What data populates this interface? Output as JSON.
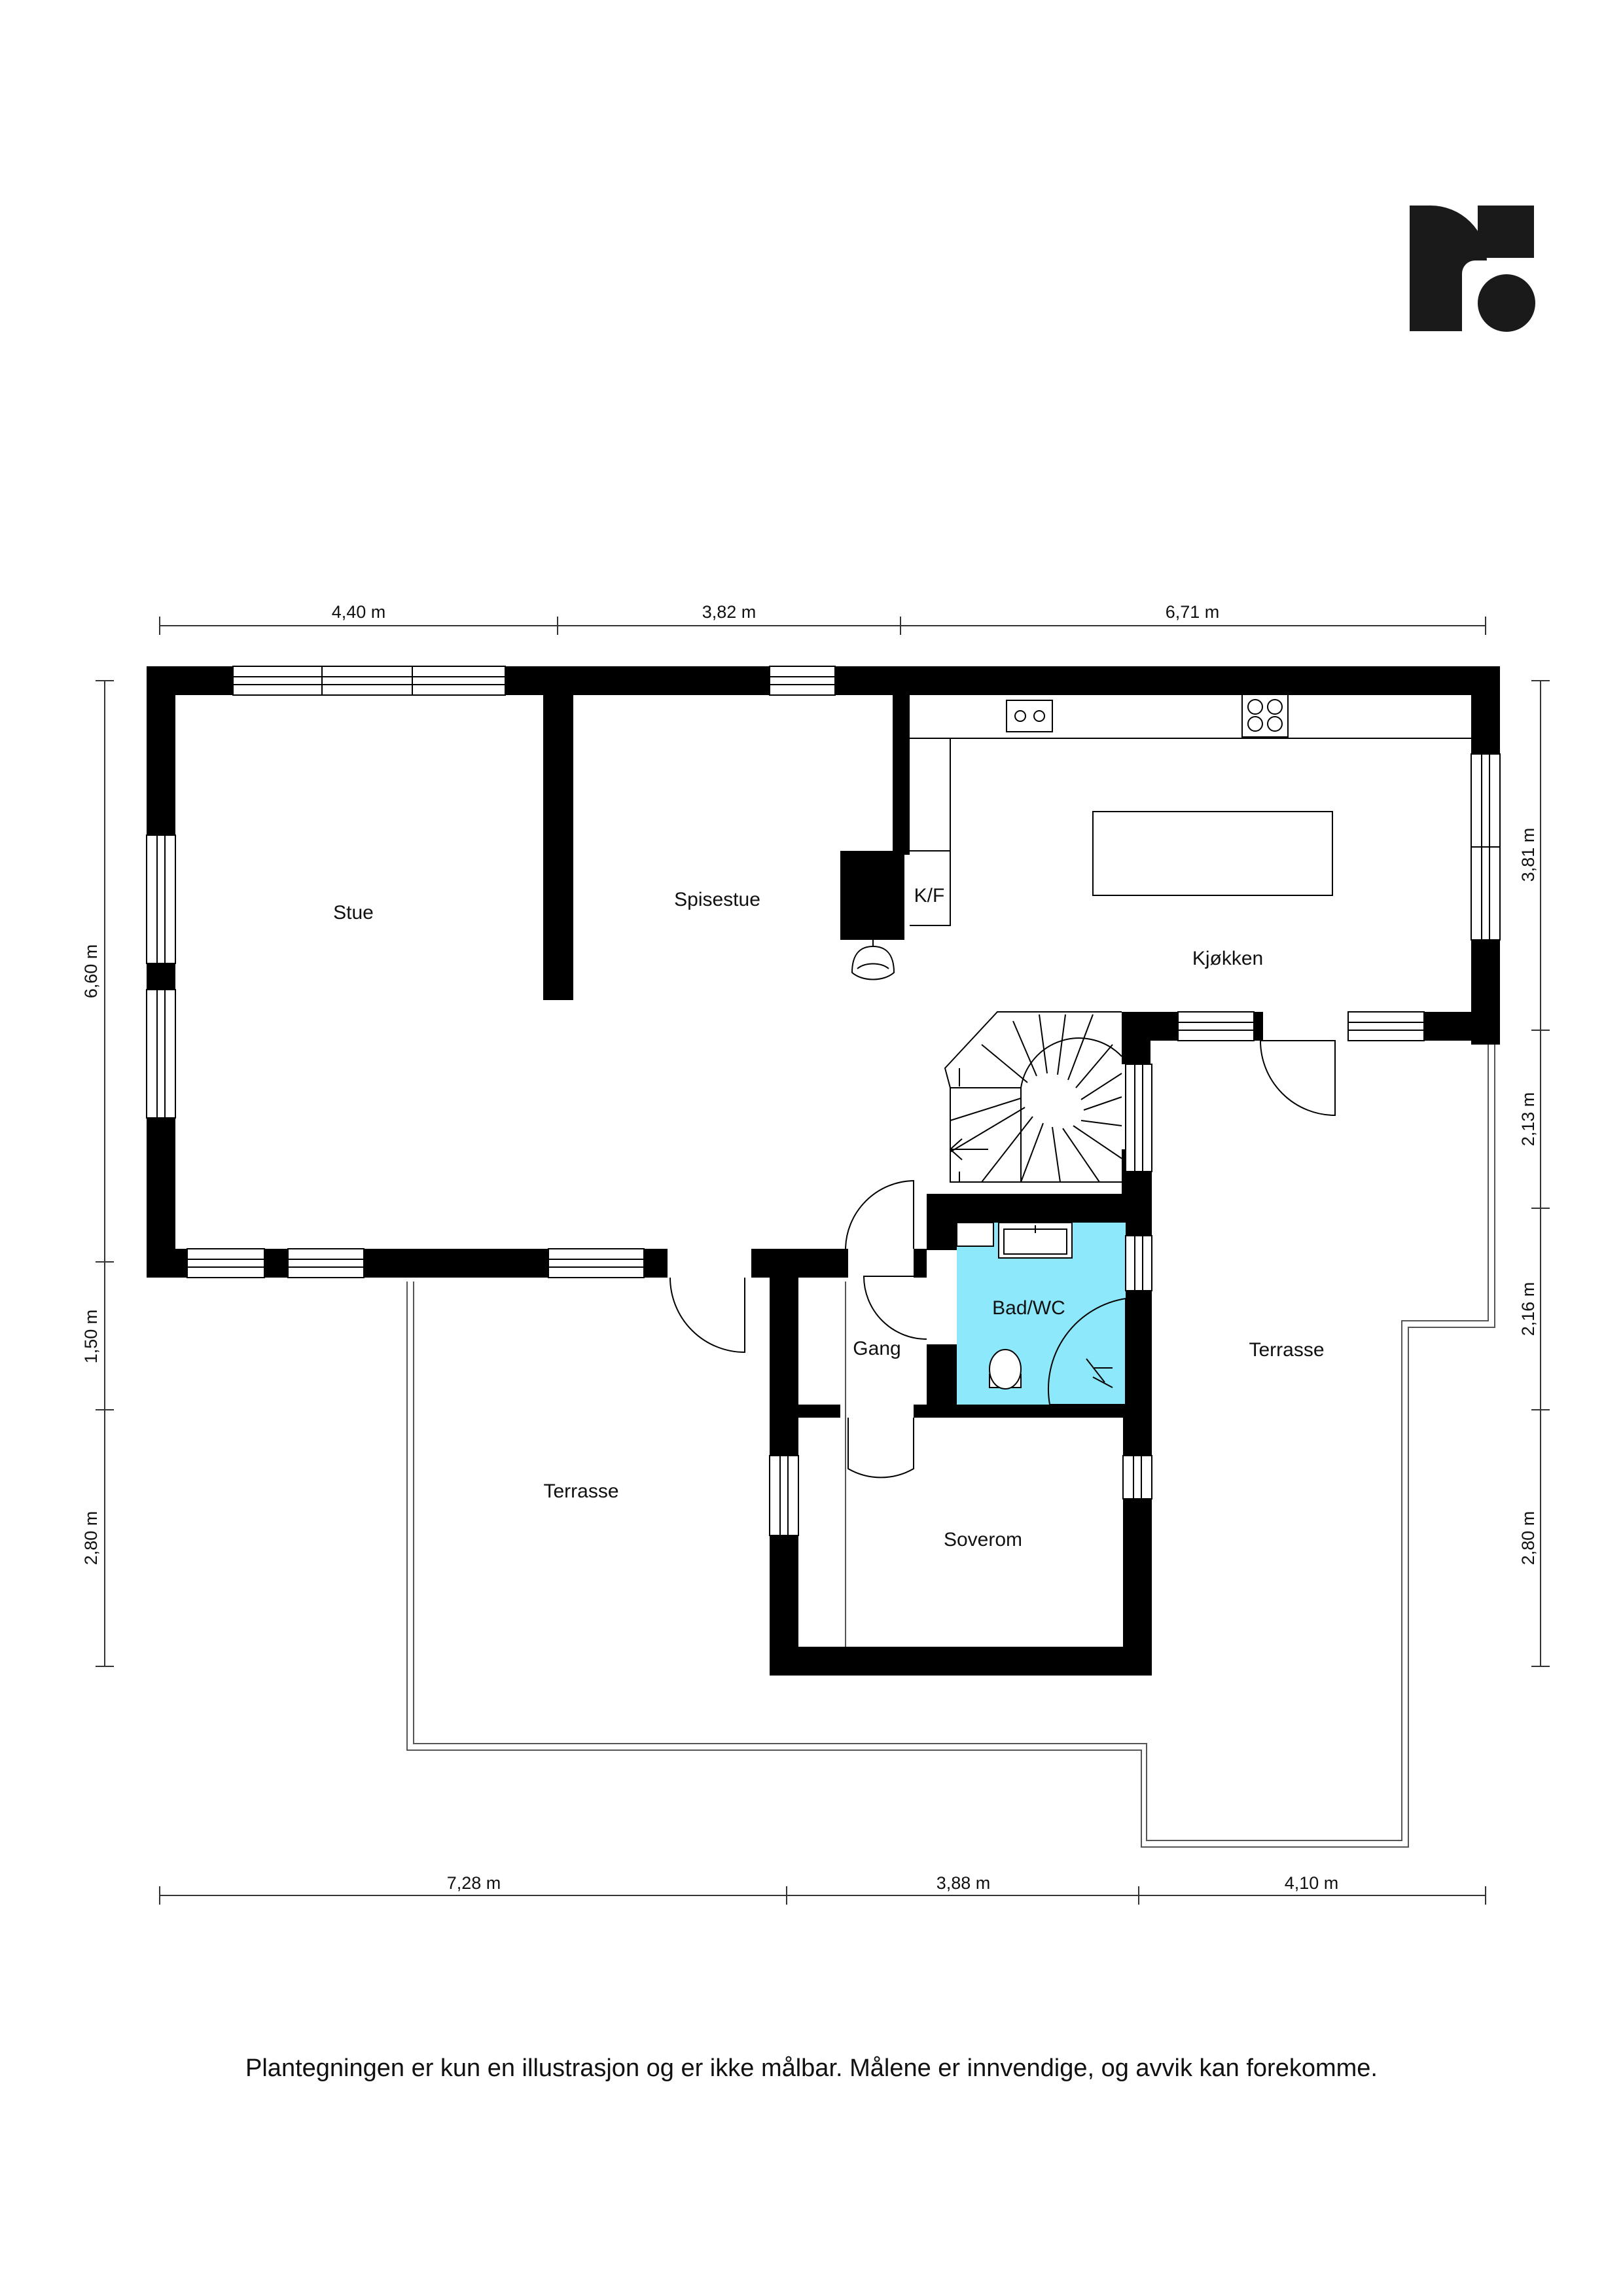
{
  "rooms": {
    "stue": "Stue",
    "spisestue": "Spisestue",
    "kf": "K/F",
    "kjokken": "Kjøkken",
    "bad": "Bad/WC",
    "gang": "Gang",
    "terrasse_left": "Terrasse",
    "terrasse_right": "Terrasse",
    "soverom": "Soverom"
  },
  "dimensions": {
    "top": [
      "4,40 m",
      "3,82 m",
      "6,71 m"
    ],
    "bottom": [
      "7,28 m",
      "3,88 m",
      "4,10 m"
    ],
    "left": [
      "6,60 m",
      "1,50 m",
      "2,80 m"
    ],
    "right": [
      "3,81 m",
      "2,13 m",
      "2,16 m",
      "2,80 m"
    ]
  },
  "footer": "Plantegningen er kun en illustrasjon og er ikke målbar. Målene er innvendige, og avvik kan forekomme.",
  "colors": {
    "wall": "#000000",
    "bathroom": "#8de8fb"
  }
}
